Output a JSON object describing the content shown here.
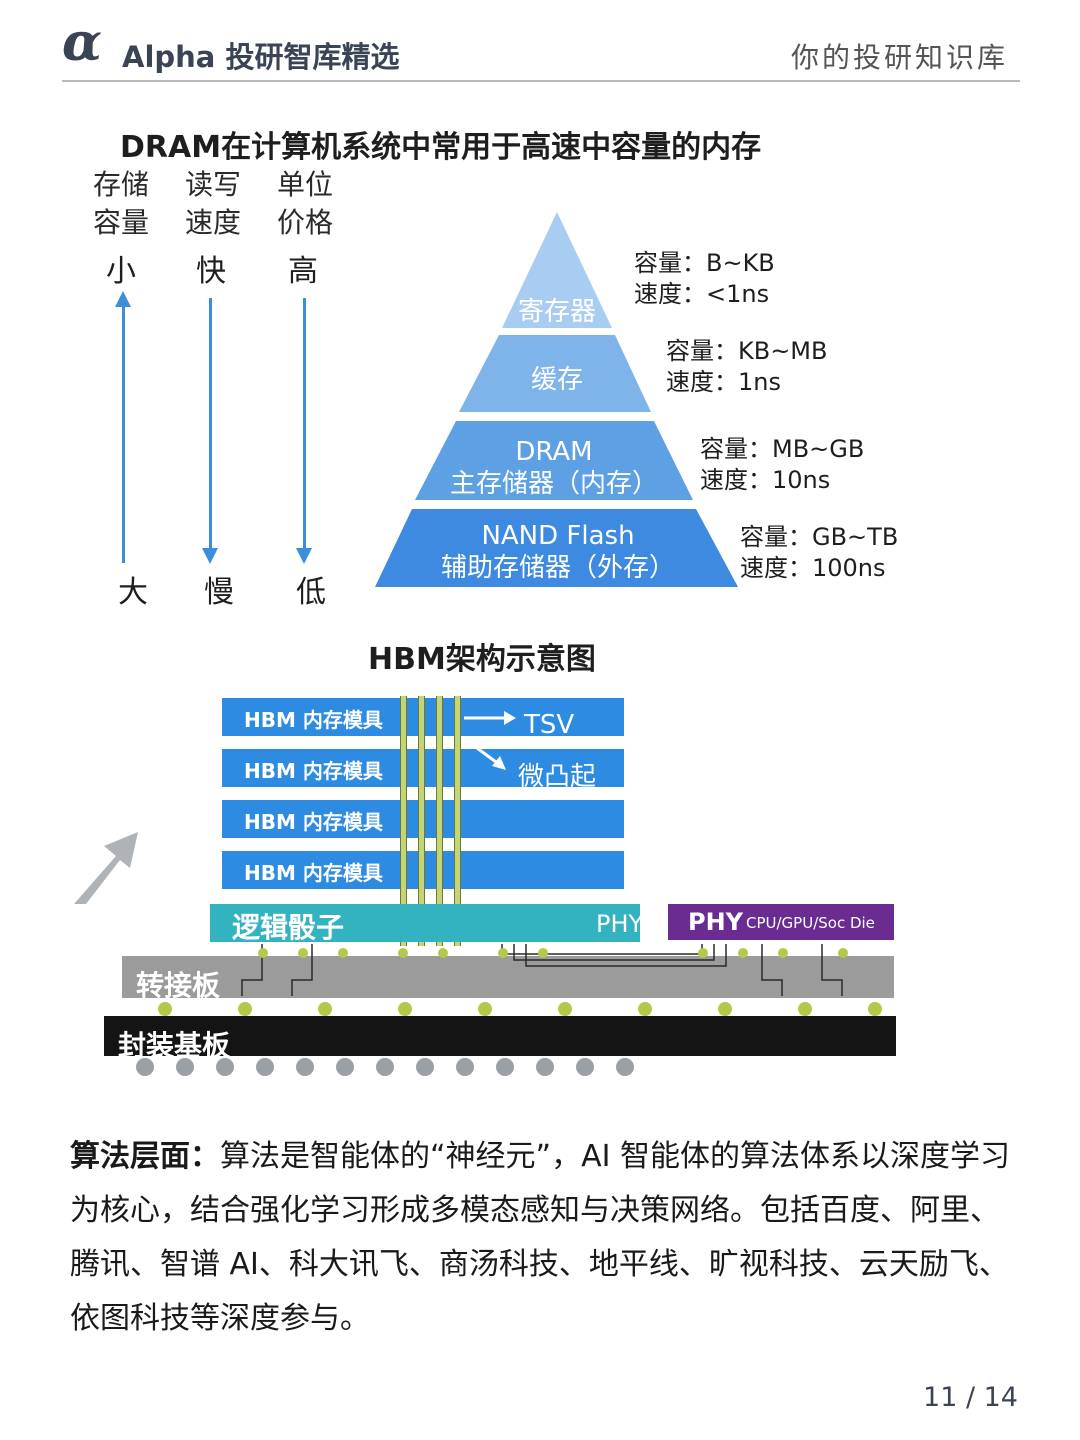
{
  "header": {
    "logo_glyph": "α",
    "brand": "Alpha 投研智库精选",
    "tagline": "你的投研知识库"
  },
  "memory_figure": {
    "title": "DRAM在计算机系统中常用于高速中容量的内存",
    "columns": [
      {
        "head_1": "存储",
        "head_2": "容量",
        "top": "小",
        "bottom": "大",
        "arrow": "up"
      },
      {
        "head_1": "读写",
        "head_2": "速度",
        "top": "快",
        "bottom": "慢",
        "arrow": "down"
      },
      {
        "head_1": "单位",
        "head_2": "价格",
        "top": "高",
        "bottom": "低",
        "arrow": "down"
      }
    ],
    "tiers": [
      {
        "label_1": "寄存器",
        "label_2": "",
        "capacity": "容量：B~KB",
        "speed": "速度：<1ns"
      },
      {
        "label_1": "缓存",
        "label_2": "",
        "capacity": "容量：KB~MB",
        "speed": "速度：1ns"
      },
      {
        "label_1": "DRAM",
        "label_2": "主存储器（内存）",
        "capacity": "容量：MB~GB",
        "speed": "速度：10ns"
      },
      {
        "label_1": "NAND Flash",
        "label_2": "辅助存储器（外存）",
        "capacity": "容量：GB~TB",
        "speed": "速度：100ns"
      }
    ],
    "colors": {
      "tier_top": "#a9cdf2",
      "tier_mid": "#7fb4ea",
      "tier_low": "#5ea0e4",
      "tier_bottom": "#3d8ae0",
      "arrow": "#3b8ed9"
    }
  },
  "hbm_figure": {
    "title": "HBM架构示意图",
    "modules": [
      "HBM 内存模具",
      "HBM 内存模具",
      "HBM 内存模具",
      "HBM 内存模具"
    ],
    "tsv_label": "TSV",
    "microbump_label": "微凸起",
    "logic_die_label": "逻辑骰子",
    "phy_left": "PHY",
    "phy_right": "PHY",
    "processor_label": "CPU/GPU/Soc Die",
    "interposer_label": "转接板",
    "substrate_label": "封装基板",
    "colors": {
      "module": "#2e8be2",
      "logic": "#33b3c0",
      "processor": "#6a2c91",
      "interposer": "#9b9b9b",
      "substrate": "#141414",
      "bump": "#b4c94b"
    }
  },
  "body": {
    "lead": "算法层面：",
    "text": "算法是智能体的“神经元”，AI 智能体的算法体系以深度学习为核心，结合强化学习形成多模态感知与决策网络。包括百度、阿里、腾讯、智谱 AI、科大讯飞、商汤科技、地平线、旷视科技、云天励飞、依图科技等深度参与。"
  },
  "footer": {
    "page": "11 / 14"
  }
}
